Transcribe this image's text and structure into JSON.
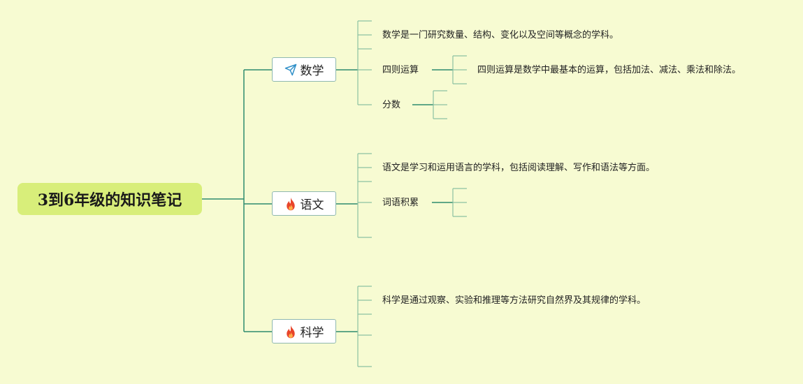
{
  "root": {
    "title": "3到6年级的知识笔记"
  },
  "branches": {
    "math": {
      "label": "数学",
      "icon": "paper-plane-icon",
      "definition": "数学是一门研究数量、结构、变化以及空间等概念的学科。",
      "topic1": {
        "label": "四则运算",
        "detail": "四则运算是数学中最基本的运算，包括加法、减法、乘法和除法。"
      },
      "topic2": {
        "label": "分数"
      }
    },
    "chinese": {
      "label": "语文",
      "icon": "fire-icon",
      "definition": "语文是学习和运用语言的学科，包括阅读理解、写作和语法等方面。",
      "topic1": {
        "label": "词语积累"
      }
    },
    "science": {
      "label": "科学",
      "icon": "fire-icon",
      "definition": "科学是通过观察、实验和推理等方法研究自然界及其规律的学科。"
    }
  },
  "colors": {
    "background": "#f7fbd2",
    "root_fill": "#d8ee7a",
    "main_line": "#2e8b6e",
    "bracket_line": "#8cc1a2",
    "fire": "#e8442a",
    "plane": "#2f8fc8"
  }
}
